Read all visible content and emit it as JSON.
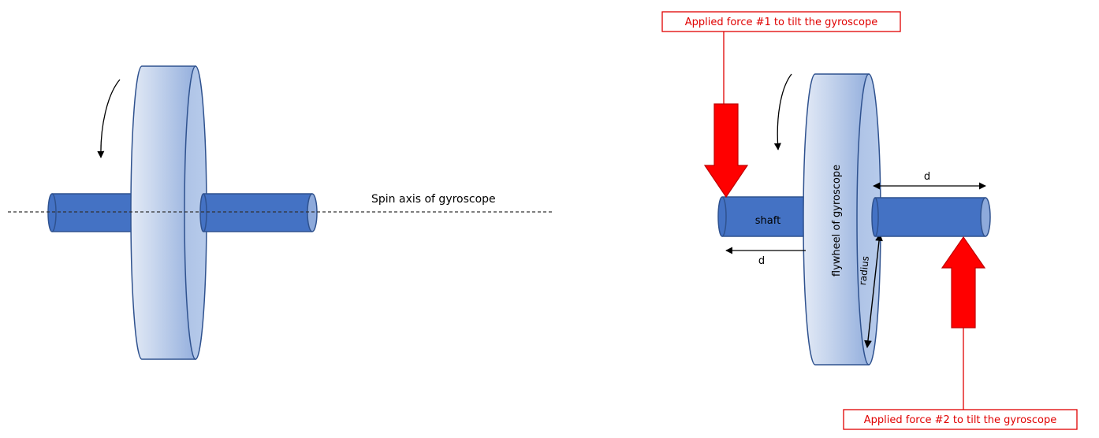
{
  "left_diagram": {
    "spin_axis_label": "Spin axis of gyroscope"
  },
  "right_diagram": {
    "force1_label": "Applied force #1 to tilt the gyroscope",
    "force2_label": "Applied force #2 to tilt the gyroscope",
    "shaft_label": "shaft",
    "flywheel_label": "flywheel of gyroscope",
    "radius_label": "radius",
    "distance_left_label": "d",
    "distance_right_label": "d"
  },
  "colors": {
    "shaft": "#4472c4",
    "shaft_dark": "#2f528f",
    "flywheel_light": "#dae3f3",
    "flywheel_mid": "#b4c7e7",
    "flywheel_dark": "#8faadc",
    "force": "#ff0000"
  }
}
